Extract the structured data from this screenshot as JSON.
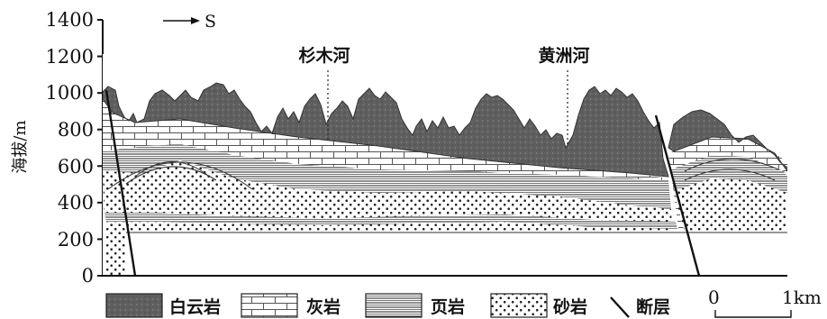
{
  "diagram": {
    "ylabel": "海拔/m",
    "y_ticks": [
      "1400",
      "1200",
      "1000",
      "800",
      "600",
      "400",
      "200",
      "0"
    ],
    "direction": "S",
    "rivers": [
      "杉木河",
      "黄洲河"
    ],
    "legend": [
      {
        "label": "白云岩",
        "pattern": "dolomite"
      },
      {
        "label": "灰岩",
        "pattern": "limestone"
      },
      {
        "label": "页岩",
        "pattern": "shale"
      },
      {
        "label": "砂岩",
        "pattern": "sandstone"
      },
      {
        "label": "断层",
        "pattern": "fault"
      }
    ],
    "scale": {
      "start": "0",
      "end": "1km"
    },
    "colors": {
      "dolomite": "#5f5f5f",
      "line": "#111111"
    }
  }
}
